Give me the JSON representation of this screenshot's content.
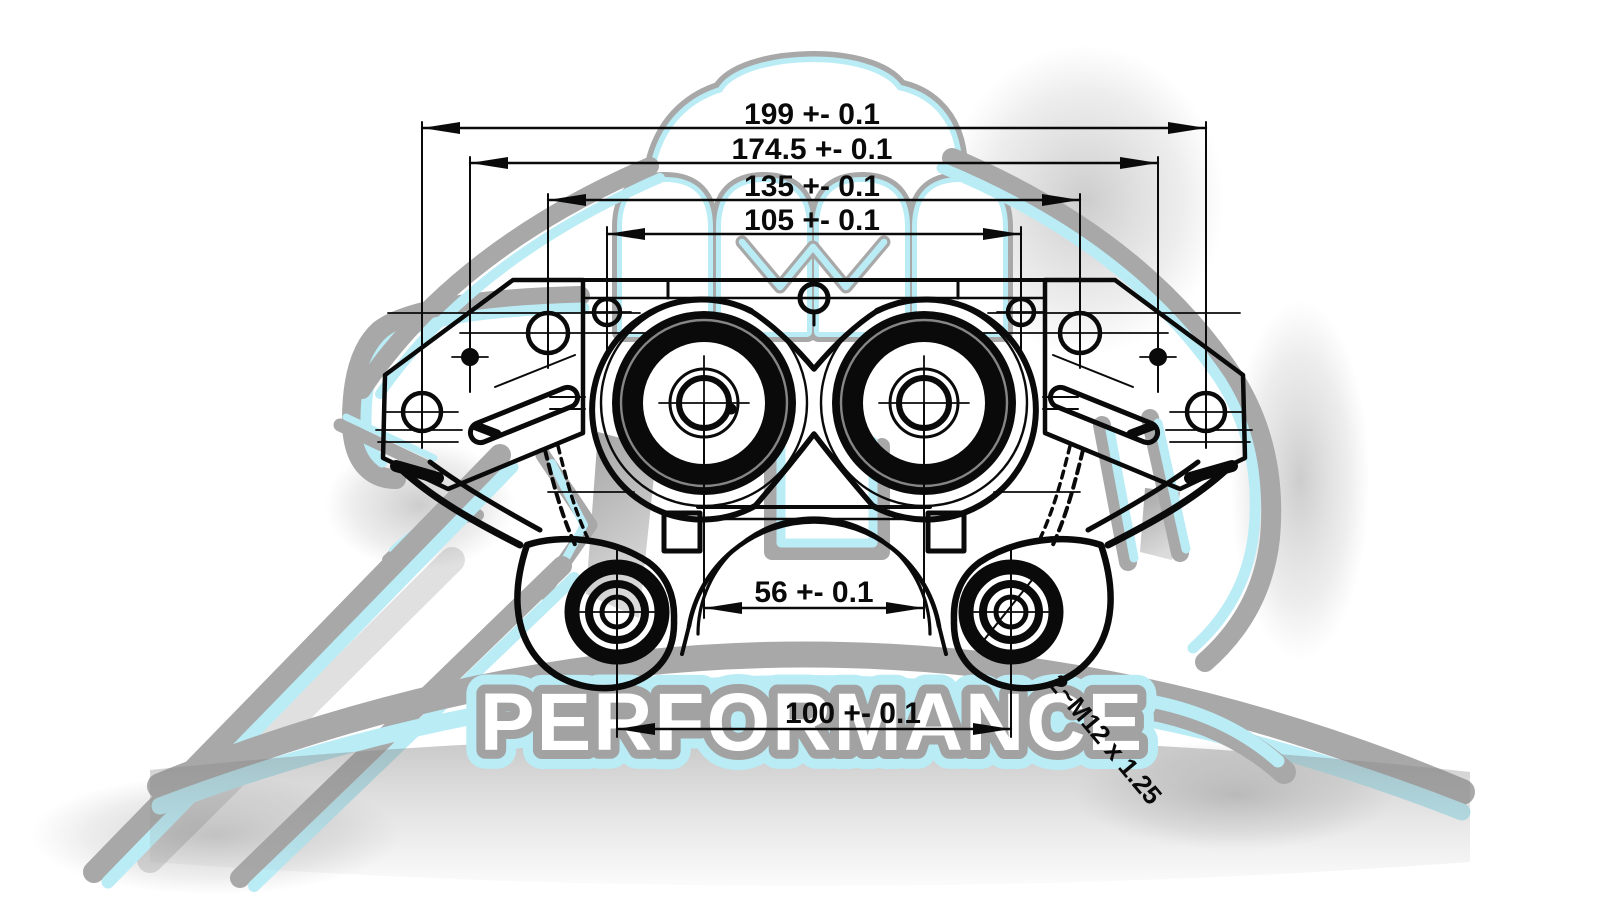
{
  "document": {
    "type_label": "brake caliper engineering drawing scan",
    "background_color": "#ffffff"
  },
  "drawing": {
    "line_color": "#0a0a0a",
    "dimensions": {
      "width_overall": "199 +- 0.1",
      "width_second": "174.5 +- 0.1",
      "width_third": "135 +- 0.1",
      "width_fourth": "105 +- 0.1",
      "piston_spacing": "56 +- 0.1",
      "mount_hole_spacing": "100 +- 0.1",
      "thread_note": "2~M12 x 1.25"
    },
    "dimension_values_mm": [
      199,
      174.5,
      135,
      105,
      56,
      100
    ],
    "tolerance": "+- 0.1"
  },
  "watermark": {
    "brand_text": "PERFORMANCE",
    "colors": {
      "cyan": "#baecf6",
      "gray": "#a8a8a8",
      "letter_fill": "#ffffff",
      "shadow": "#8f8f8f"
    }
  }
}
